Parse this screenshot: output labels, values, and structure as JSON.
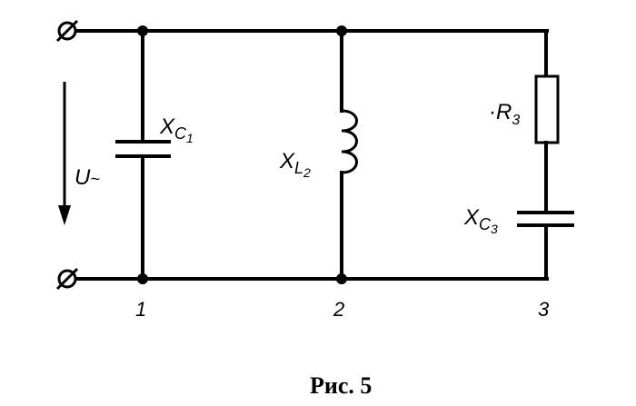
{
  "components": {
    "capacitor_1": {
      "symbol": "X",
      "sub": "C",
      "subsub": "1"
    },
    "inductor_2": {
      "symbol": "X",
      "sub": "L",
      "subsub": "2"
    },
    "resistor_3": {
      "prefix": "·",
      "symbol": "R",
      "sub": "3"
    },
    "capacitor_3": {
      "symbol": "X",
      "sub": "C",
      "subsub": "3"
    }
  },
  "source": {
    "symbol": "U",
    "sub": "~"
  },
  "branch_numbers": [
    "1",
    "2",
    "3"
  ],
  "caption": "Рис. 5"
}
